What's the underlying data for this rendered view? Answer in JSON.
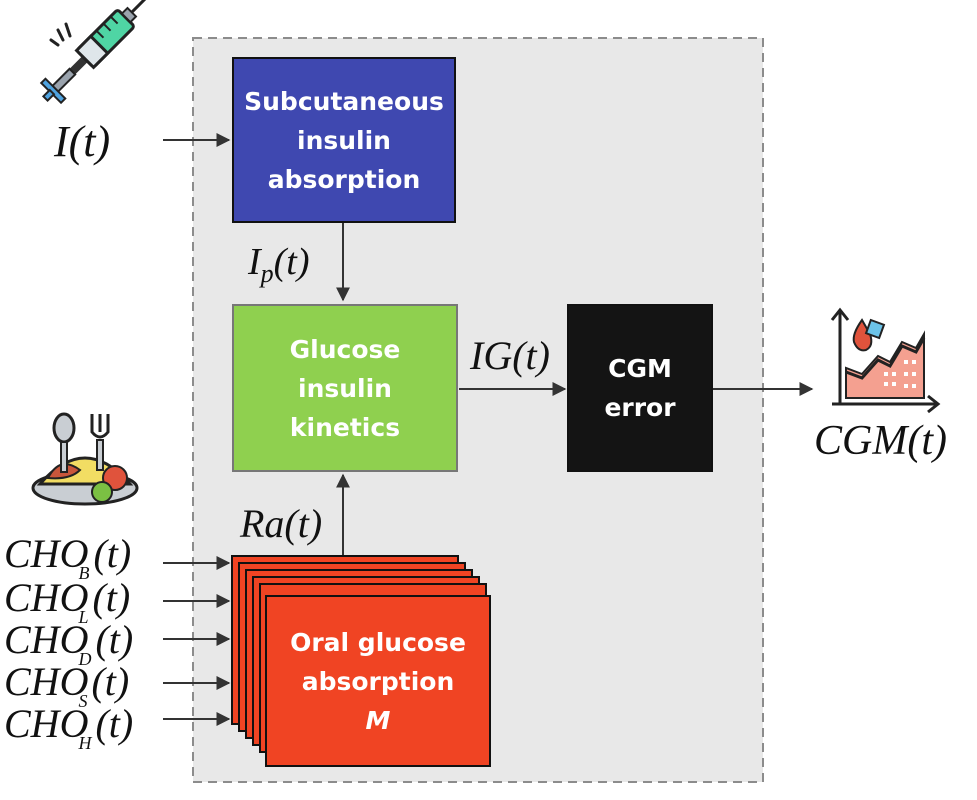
{
  "colors": {
    "insulin_box": "#3f48b0",
    "glucose_box": "#8fd04f",
    "cgm_box": "#141414",
    "oral_box": "#f04423",
    "panel_bg": "#e8e8e8",
    "panel_border": "#8c8c8c"
  },
  "icons": {
    "syringe": "syringe-icon",
    "meal": "meal-plate-icon",
    "cgm_chart": "glucose-chart-icon"
  },
  "inputs": {
    "insulin_base": "I",
    "insulin_arg": "(t)",
    "cho_base": "CHO",
    "cho_arg": "(t)",
    "cho_subscripts": [
      "B",
      "L",
      "D",
      "S",
      "H"
    ]
  },
  "blocks": {
    "insulin_absorption": [
      "Subcutaneous",
      "insulin",
      "absorption"
    ],
    "glucose_kinetics": [
      "Glucose",
      "insulin",
      "kinetics"
    ],
    "cgm_error": [
      "CGM",
      "error"
    ],
    "oral_absorption": [
      "Oral glucose",
      "absorption"
    ],
    "oral_absorption_italic": "M"
  },
  "signals": {
    "ip_base": "I",
    "ip_sub": "p",
    "ip_arg": "(t)",
    "ra": "Ra(t)",
    "ig": "IG(t)",
    "cgm": "CGM(t)"
  }
}
